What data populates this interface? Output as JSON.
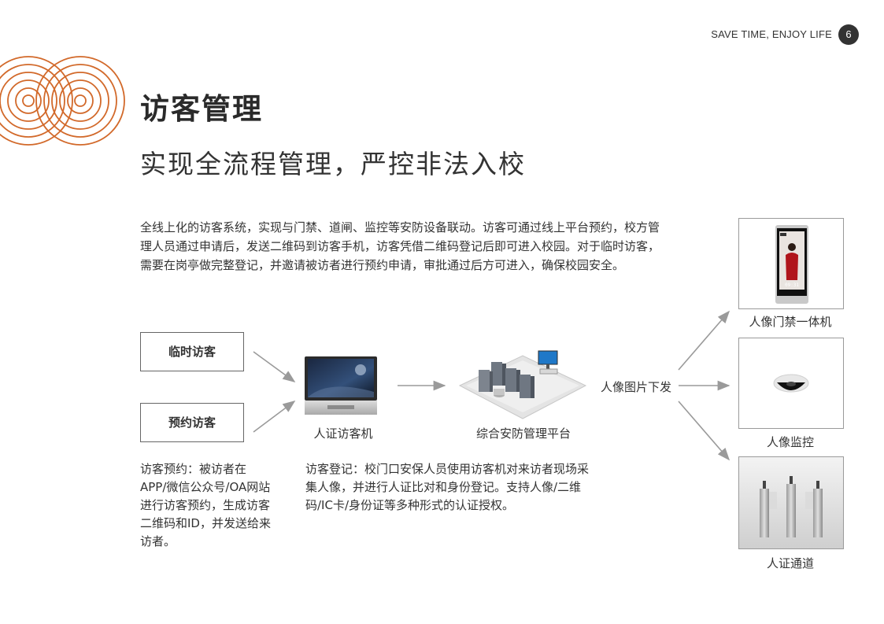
{
  "header": {
    "slogan": "SAVE TIME, ENJOY LIFE",
    "page_number": "6"
  },
  "title": "访客管理",
  "subtitle": "实现全流程管理，严控非法入校",
  "intro": "全线上化的访客系统，实现与门禁、道闸、监控等安防设备联动。访客可通过线上平台预约，校方管理人员通过申请后，发送二维码到访客手机，访客凭借二维码登记后即可进入校园。对于临时访客，需要在岗亭做完整登记，并邀请被访者进行预约申请，审批通过后方可进入，确保校园安全。",
  "flow": {
    "temporary_visitor": "临时访客",
    "reserved_visitor": "预约访客",
    "visitor_machine": "人证访客机",
    "platform": "综合安防管理平台",
    "dispatch": "人像图片下发"
  },
  "devices": [
    {
      "label": "人像门禁一体机",
      "icon": "face-access-terminal"
    },
    {
      "label": "人像监控",
      "icon": "dome-camera"
    },
    {
      "label": "人证通道",
      "icon": "turnstile-gate"
    }
  ],
  "notes": {
    "reservation": "访客预约：被访者在APP/微信公众号/OA网站进行访客预约，生成访客二维码和ID，并发送给来访者。",
    "registration": "访客登记：校门口安保人员使用访客机对来访者现场采集人像，并进行人证比对和身份登记。支持人像/二维码/IC卡/身份证等多种形式的认证授权。"
  },
  "colors": {
    "accent": "#d2692a",
    "arrow": "#9a9a9a",
    "text": "#333333"
  }
}
